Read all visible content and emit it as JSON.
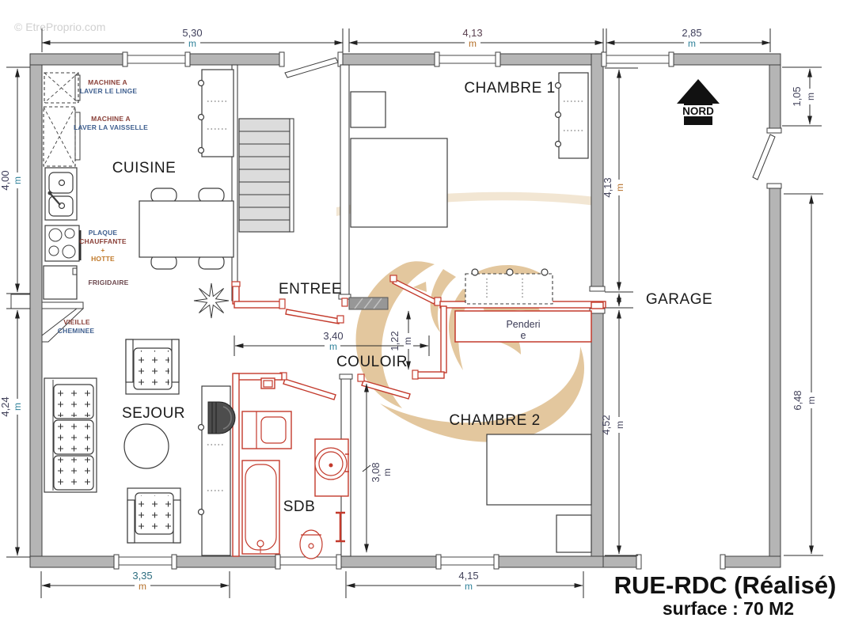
{
  "watermark": "© EtreProprio.com",
  "title": {
    "main": "RUE-RDC (Réalisé)",
    "surface": "surface : 70 M2"
  },
  "north": {
    "label": "NORD"
  },
  "rooms": {
    "cuisine": "CUISINE",
    "chambre1": "CHAMBRE 1",
    "entree": "ENTREE",
    "couloir": "COULOIR",
    "sejour": "SEJOUR",
    "chambre2": "CHAMBRE 2",
    "sdb": "SDB",
    "garage": "GARAGE"
  },
  "fixtures": {
    "machine_linge": {
      "l1": "MACHINE A",
      "l2": "LAVER LE LINGE",
      "c1": "#8a4038",
      "c2": "#3f5f8f"
    },
    "machine_vaisselle": {
      "l1": "MACHINE A",
      "l2": "LAVER LA VAISSELLE",
      "c1": "#8a4038",
      "c2": "#3f5f8f"
    },
    "plaque": {
      "l1": "PLAQUE",
      "l2": "CHAUFFANTE",
      "l3": "+",
      "l4": "HOTTE",
      "c1": "#3f5f8f",
      "c2": "#8a4038",
      "c3": "#c07828",
      "c4": "#c07828"
    },
    "frigidaire": {
      "l1": "FRIGIDAIRE",
      "c1": "#6e4a50"
    },
    "cheminee": {
      "l1": "VIEILLE",
      "l2": "CHEMINEE",
      "c1": "#8a4038",
      "c2": "#3f5f8f"
    },
    "penderie": {
      "l1": "Penderi",
      "l2": "e",
      "c1": "#3a3a55"
    }
  },
  "dims": {
    "top_5_30": {
      "v": "5,30",
      "u": "m",
      "vc": "#3e3e5a",
      "uc": "#2e8099"
    },
    "top_4_13": {
      "v": "4,13",
      "u": "m",
      "vc": "#5a4050",
      "uc": "#b5702a"
    },
    "top_2_85": {
      "v": "2,85",
      "u": "m",
      "vc": "#3e3e5a",
      "uc": "#2e8099"
    },
    "left_4_00": {
      "v": "4,00",
      "u": "m",
      "vc": "#3e3e5a",
      "uc": "#2e8099"
    },
    "left_4_24": {
      "v": "4,24",
      "u": "m",
      "vc": "#44445c",
      "uc": "#2e8099"
    },
    "right_4_13": {
      "v": "4,13",
      "u": "m",
      "vc": "#44445c",
      "uc": "#b5702a"
    },
    "right_4_52": {
      "v": "4,52",
      "u": "m",
      "vc": "#44445c",
      "uc": "#44445c"
    },
    "garage_1_05": {
      "v": "1,05",
      "u": "m",
      "vc": "#44445c",
      "uc": "#44445c"
    },
    "garage_6_48": {
      "v": "6,48",
      "u": "m",
      "vc": "#44445c",
      "uc": "#44445c"
    },
    "couloir_3_40": {
      "v": "3,40",
      "u": "m",
      "vc": "#3e3e5a",
      "uc": "#2e8099"
    },
    "couloir_1_22": {
      "v": "1,22",
      "u": "m",
      "vc": "#44445c",
      "uc": "#44445c"
    },
    "sdb_3_08": {
      "v": "3,08",
      "u": "m",
      "vc": "#44445c",
      "uc": "#44445c"
    },
    "bottom_3_35": {
      "v": "3,35",
      "u": "m",
      "vc": "#2e6e80",
      "uc": "#b5702a"
    },
    "bottom_4_15": {
      "v": "4,15",
      "u": "m",
      "vc": "#44445c",
      "uc": "#2e8099"
    }
  },
  "colors": {
    "wall": "#b5b5b5",
    "red_wall": "#c33a2c",
    "logo_tan": "#e3c79e",
    "title_color": "#111111"
  }
}
